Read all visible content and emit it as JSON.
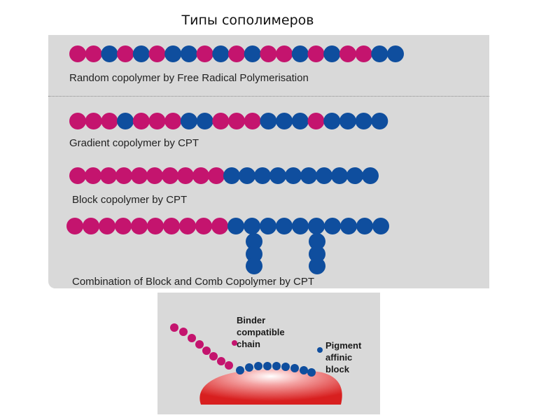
{
  "title": "Типы сополимеров",
  "colors": {
    "binder": "#c4146e",
    "pigment": "#0f4e9e",
    "panel": "#d9d9d9",
    "surface": "#e03a3a"
  },
  "rows": [
    {
      "label": "Random copolymer by Free Radical Polymerisation",
      "sequence": "MMBMBMBBMBMBMMBMBMMBB"
    },
    {
      "label": "Gradient copolymer by CPT",
      "sequence": "MMMBMMMBBMMMBBBMBBBB"
    },
    {
      "label": "Block copolymer by CPT",
      "sequence": "MMMMMMMMMMBBBBBBBBBB"
    },
    {
      "label": "Combination of Block and Comb Copolymer by CPT",
      "sequence": "MMMMMMMMMMBBBBBBBBBB"
    }
  ],
  "inset": {
    "binder_label": "Binder\ncompatible\nchain",
    "pigment_label": "Pigment\naffinic\nblock"
  }
}
